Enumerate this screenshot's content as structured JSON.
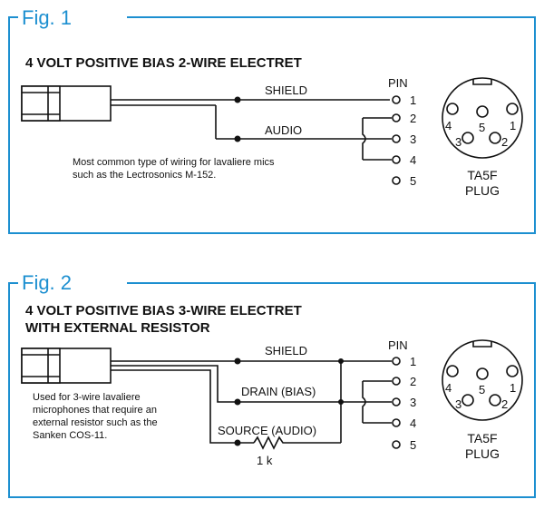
{
  "accent_color": "#1c8fd0",
  "fig1": {
    "label": "Fig. 1",
    "title": "4 VOLT POSITIVE BIAS 2-WIRE ELECTRET",
    "wires": [
      "SHIELD",
      "AUDIO"
    ],
    "pin_heading": "PIN",
    "pins": [
      "1",
      "2",
      "3",
      "4",
      "5"
    ],
    "note": [
      "Most common type of wiring for lavaliere mics",
      "such as the Lectrosonics M-152."
    ],
    "plug_pins": [
      "1",
      "2",
      "3",
      "4",
      "5"
    ],
    "plug_name": "TA5F",
    "plug_word": "PLUG"
  },
  "fig2": {
    "label": "Fig. 2",
    "title": [
      "4 VOLT POSITIVE BIAS 3-WIRE ELECTRET",
      "WITH EXTERNAL RESISTOR"
    ],
    "wires": [
      "SHIELD",
      "DRAIN (BIAS)",
      "SOURCE (AUDIO)"
    ],
    "resistor": "1 k",
    "pin_heading": "PIN",
    "pins": [
      "1",
      "2",
      "3",
      "4",
      "5"
    ],
    "note": [
      "Used for 3-wire lavaliere",
      "microphones that require an",
      "external resistor such as the",
      "Sanken COS-11."
    ],
    "plug_pins": [
      "1",
      "2",
      "3",
      "4",
      "5"
    ],
    "plug_name": "TA5F",
    "plug_word": "PLUG"
  }
}
